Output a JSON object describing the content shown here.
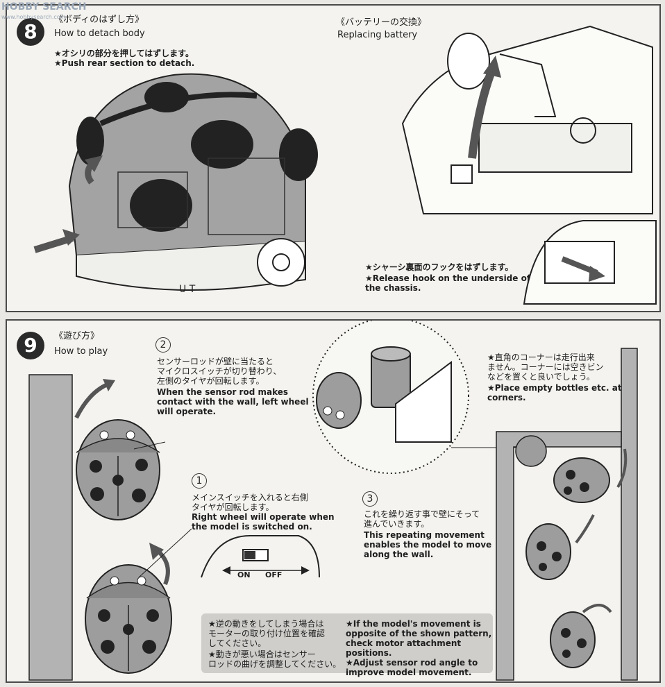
{
  "watermark": {
    "logo": "HOBBY SEARCH",
    "url": "www.hobbysearch.com"
  },
  "step8": {
    "number": "8",
    "section1": {
      "title_jp": "《ボディのはずし方》",
      "title_en": "How to detach body",
      "note_jp": "★オシリの部分を押してはずします。",
      "note_en": "★Push rear section to detach.",
      "chassis_label": "U T"
    },
    "section2": {
      "title_jp": "《バッテリーの交換》",
      "title_en": "Replacing battery",
      "note_jp": "★シャーシ裏面のフックをはずします。",
      "note_en_1": "★Release hook on the underside of",
      "note_en_2": "the chassis."
    }
  },
  "step9": {
    "number": "9",
    "title_jp": "《遊び方》",
    "title_en": "How to play",
    "item2": {
      "num": "2",
      "jp1": "センサーロッドが壁に当たると",
      "jp2": "マイクロスイッチが切り替わり、",
      "jp3": "左側のタイヤが回転します。",
      "en1": "When the sensor rod makes",
      "en2": "contact with the wall, left wheel",
      "en3": "will operate."
    },
    "item1": {
      "num": "1",
      "jp1": "メインスイッチを入れると右側",
      "jp2": "タイヤが回転します。",
      "en1": "Right wheel will operate when",
      "en2": "the model is switched on."
    },
    "item3": {
      "num": "3",
      "jp1": "これを繰り返す事で壁にそって",
      "jp2": "進んでいきます。",
      "en1": "This repeating movement",
      "en2": "enables the model to move",
      "en3": "along the wall."
    },
    "switch": {
      "on": "ON",
      "off": "OFF"
    },
    "corner": {
      "jp1": "★直角のコーナーは走行出来",
      "jp2": "ません。コーナーには空きビン",
      "jp3": "などを置くと良いでしょう。",
      "en1": "★Place empty bottles etc. at",
      "en2": "corners."
    },
    "notes": {
      "jp1": "★逆の動きをしてしまう場合は",
      "jp2": "モーターの取り付け位置を確認",
      "jp3": "してください。",
      "jp4": "★動きが悪い場合はセンサー",
      "jp5": "ロッドの曲げを調整してください。",
      "en1": "★If the model's movement is",
      "en2": "opposite of the shown pattern,",
      "en3": "check motor attachment",
      "en4": "positions.",
      "en5": "★Adjust sensor rod angle to",
      "en6": "improve model movement."
    }
  },
  "colors": {
    "panel_bg": "#f4f3ef",
    "ink": "#1e1e1e",
    "gray_body": "#9d9d9d",
    "note_box": "#cfcecb"
  }
}
